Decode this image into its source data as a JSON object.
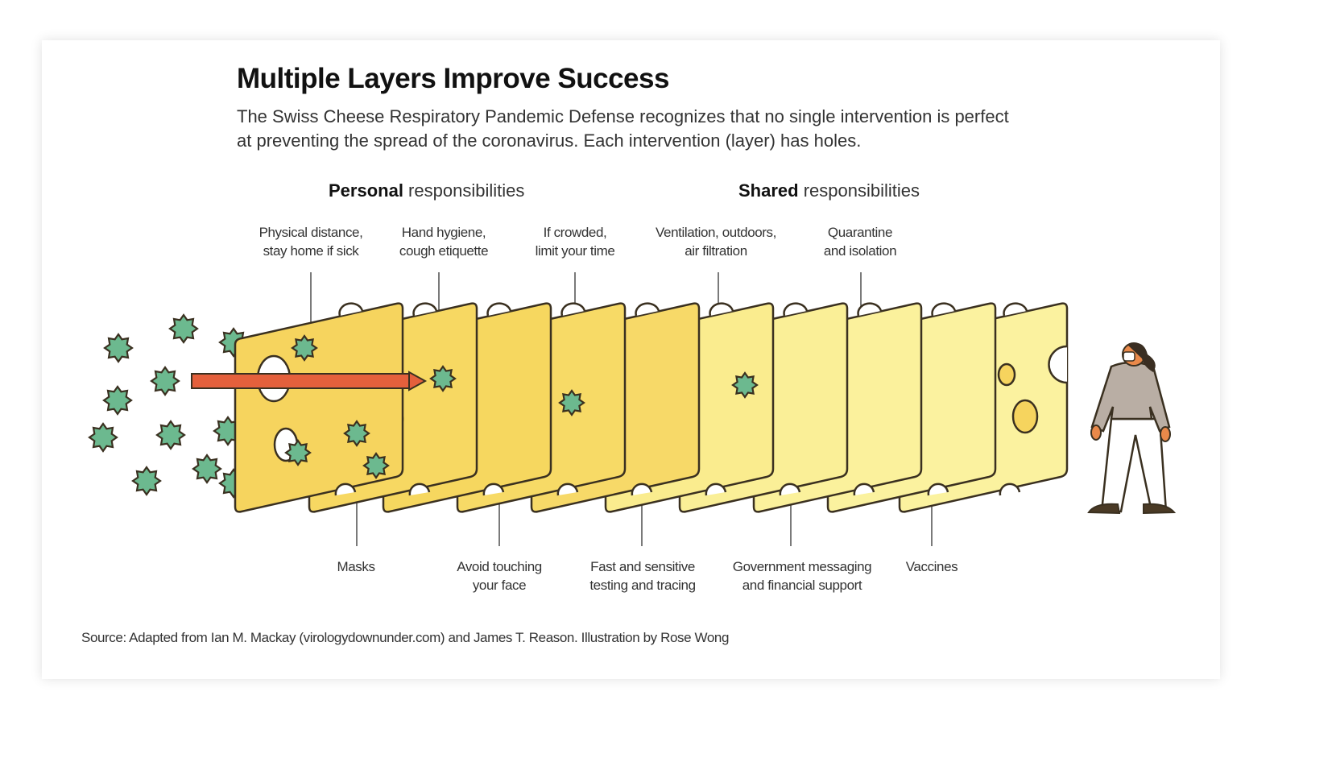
{
  "title": "Multiple Layers Improve Success",
  "subtitle": "The Swiss Cheese Respiratory Pandemic Defense recognizes that no single intervention is perfect at preventing the spread of the coronavirus. Each intervention (layer) has holes.",
  "groups": {
    "personal": {
      "bold": "Personal",
      "rest": " responsibilities"
    },
    "shared": {
      "bold": "Shared",
      "rest": " responsibilities"
    }
  },
  "top_labels": [
    {
      "line1": "Physical distance,",
      "line2": "stay home if sick"
    },
    {
      "line1": "Hand hygiene,",
      "line2": "cough etiquette"
    },
    {
      "line1": "If crowded,",
      "line2": "limit your time"
    },
    {
      "line1": "Ventilation, outdoors,",
      "line2": "air filtration"
    },
    {
      "line1": "Quarantine",
      "line2": "and isolation"
    }
  ],
  "bottom_labels": [
    {
      "line1": "Masks",
      "line2": ""
    },
    {
      "line1": "Avoid touching",
      "line2": "your face"
    },
    {
      "line1": "Fast and sensitive",
      "line2": "testing and tracing"
    },
    {
      "line1": "Government messaging",
      "line2": "and financial support"
    },
    {
      "line1": "Vaccines",
      "line2": ""
    }
  ],
  "source": "Source: Adapted from Ian M. Mackay (virologydownunder.com) and James T. Reason. Illustration by Rose Wong",
  "colors": {
    "virus": "#6cb98f",
    "arrow": "#e4603c",
    "cheese_dark": "#f6d45e",
    "cheese_light": "#faf09c",
    "outline": "#3a3020"
  }
}
